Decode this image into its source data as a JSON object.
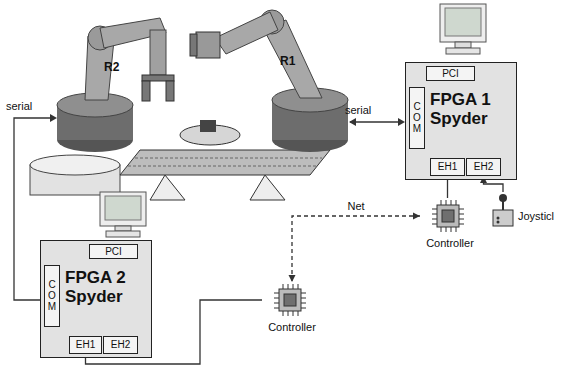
{
  "diagram": {
    "nodes": [
      {
        "text": [
          "FPGA 1 Spyder"
        ]
      },
      {
        "text": [
          "PCI"
        ],
        "in": 0
      },
      {
        "text": [
          "COM"
        ],
        "in": 0
      },
      {
        "text": [
          "EH1"
        ],
        "in": 0
      },
      {
        "text": [
          "EH2"
        ],
        "in": 0
      },
      {
        "text": [
          "Joysticl"
        ]
      },
      {
        "text": [
          "Controller"
        ]
      },
      {
        "text": [
          "FPGA 2 Spyder"
        ]
      },
      {
        "text": [
          "PCI"
        ],
        "in": 7
      },
      {
        "text": [
          "COM"
        ],
        "in": 7
      },
      {
        "text": [
          "EH1"
        ],
        "in": 7
      },
      {
        "text": [
          "EH2"
        ],
        "in": 7
      },
      {
        "text": [
          "Controller"
        ]
      }
    ],
    "edges": [
      {
        "from": 3,
        "to": 6,
        "arrow": "none"
      },
      {
        "from": 5,
        "to": 4,
        "arrow": "to"
      },
      {
        "from": 6,
        "to": 12,
        "label": "Net",
        "arrow": "both"
      },
      {
        "from": 12,
        "to": 10,
        "arrow": "none"
      }
    ],
    "labels": [
      "R2",
      "R1",
      "serial",
      "serial"
    ]
  }
}
